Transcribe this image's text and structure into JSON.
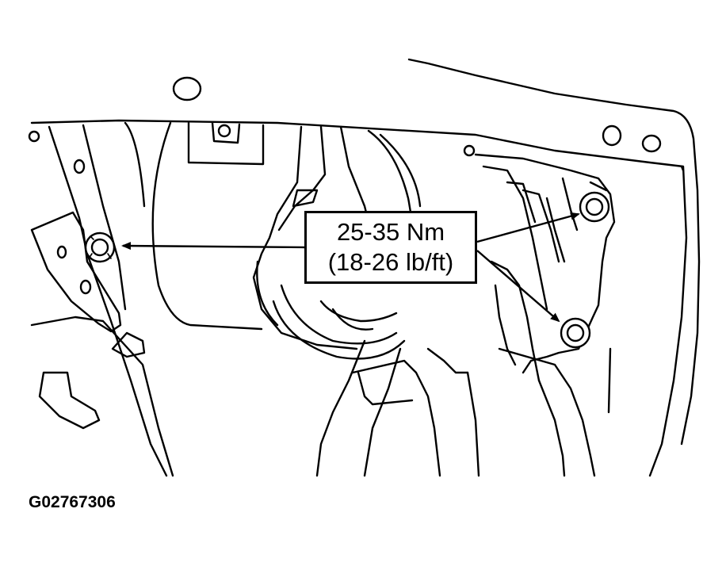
{
  "callout": {
    "line1": "25-35 Nm",
    "line2": "(18-26 lb/ft)"
  },
  "figure_id": "G02767306",
  "colors": {
    "ink": "#000000",
    "paper": "#ffffff"
  },
  "icons": [
    "bolt-icon",
    "arrow-icon"
  ]
}
